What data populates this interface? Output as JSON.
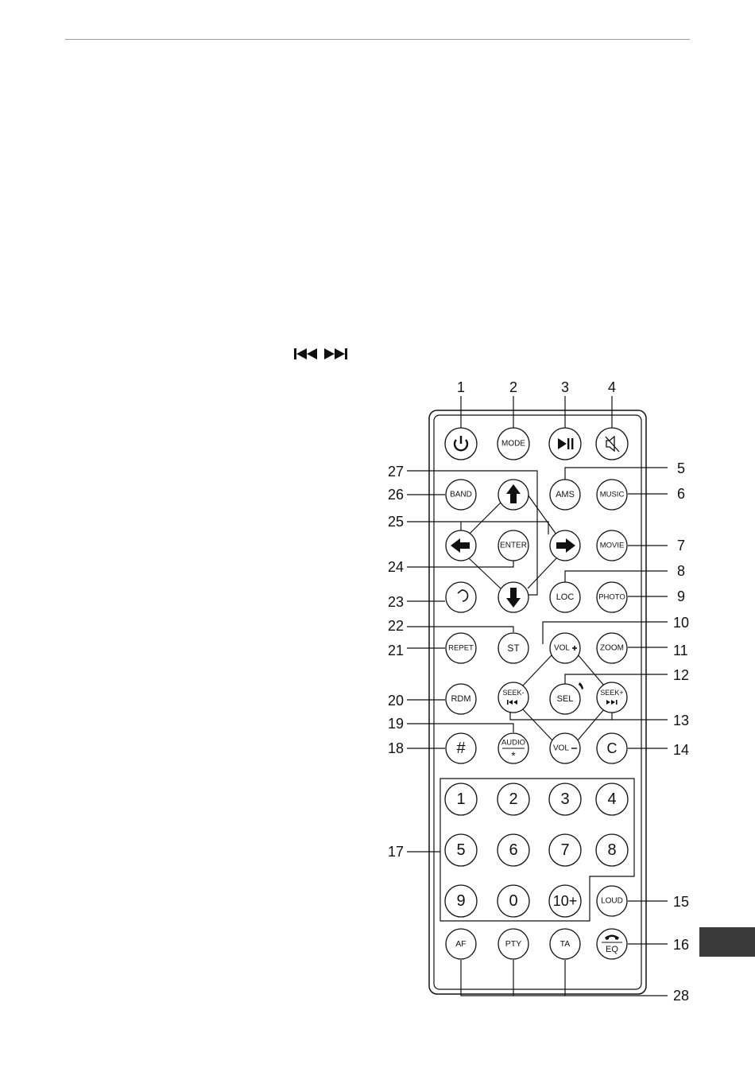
{
  "header": {
    "rule_color": "#999999"
  },
  "inline_icons": {
    "skip_back": "skip-previous-icon",
    "skip_forward": "skip-next-icon"
  },
  "side_tab": {
    "color": "#3a3a3a"
  },
  "remote": {
    "buttons": {
      "power": {
        "label": "",
        "icon": "power-icon"
      },
      "mode": {
        "label": "MODE"
      },
      "play_pause": {
        "label": "",
        "icon": "play-pause-icon"
      },
      "mute": {
        "label": "",
        "icon": "mute-icon"
      },
      "band": {
        "label": "BAND"
      },
      "up": {
        "label": "",
        "icon": "arrow-up-icon"
      },
      "ams": {
        "label": "AMS"
      },
      "music": {
        "label": "MUSIC"
      },
      "left": {
        "label": "",
        "icon": "arrow-left-icon"
      },
      "enter": {
        "label": "ENTER"
      },
      "right": {
        "label": "",
        "icon": "arrow-right-icon"
      },
      "movie": {
        "label": "MOVIE"
      },
      "back": {
        "label": "",
        "icon": "return-icon"
      },
      "down": {
        "label": "",
        "icon": "arrow-down-icon"
      },
      "loc": {
        "label": "LOC"
      },
      "photo": {
        "label": "PHOTO"
      },
      "repet": {
        "label": "REPET"
      },
      "st": {
        "label": "ST"
      },
      "vol_up": {
        "label": "VOL"
      },
      "zoom": {
        "label": "ZOOM"
      },
      "rdm": {
        "label": "RDM"
      },
      "seek_minus": {
        "label": "SEEK-"
      },
      "sel": {
        "label": "SEL"
      },
      "seek_plus": {
        "label": "SEEK+"
      },
      "hash": {
        "label": "#"
      },
      "audio": {
        "label": "AUDIO",
        "sub": "*"
      },
      "vol_down": {
        "label": "VOL"
      },
      "c": {
        "label": "C"
      },
      "num_1": {
        "label": "1"
      },
      "num_2": {
        "label": "2"
      },
      "num_3": {
        "label": "3"
      },
      "num_4": {
        "label": "4"
      },
      "num_5": {
        "label": "5"
      },
      "num_6": {
        "label": "6"
      },
      "num_7": {
        "label": "7"
      },
      "num_8": {
        "label": "8"
      },
      "num_9": {
        "label": "9"
      },
      "num_0": {
        "label": "0"
      },
      "num_10": {
        "label": "10+"
      },
      "loud": {
        "label": "LOUD"
      },
      "af": {
        "label": "AF"
      },
      "pty": {
        "label": "PTY"
      },
      "ta": {
        "label": "TA"
      },
      "eq": {
        "label": "EQ",
        "icon": "phone-hangup-icon"
      }
    },
    "callouts": {
      "c1": "1",
      "c2": "2",
      "c3": "3",
      "c4": "4",
      "c5": "5",
      "c6": "6",
      "c7": "7",
      "c8": "8",
      "c9": "9",
      "c10": "10",
      "c11": "11",
      "c12": "12",
      "c13": "13",
      "c14": "14",
      "c15": "15",
      "c16": "16",
      "c17": "17",
      "c18": "18",
      "c19": "19",
      "c20": "20",
      "c21": "21",
      "c22": "22",
      "c23": "23",
      "c24": "24",
      "c25": "25",
      "c26": "26",
      "c27": "27",
      "c28": "28"
    }
  }
}
